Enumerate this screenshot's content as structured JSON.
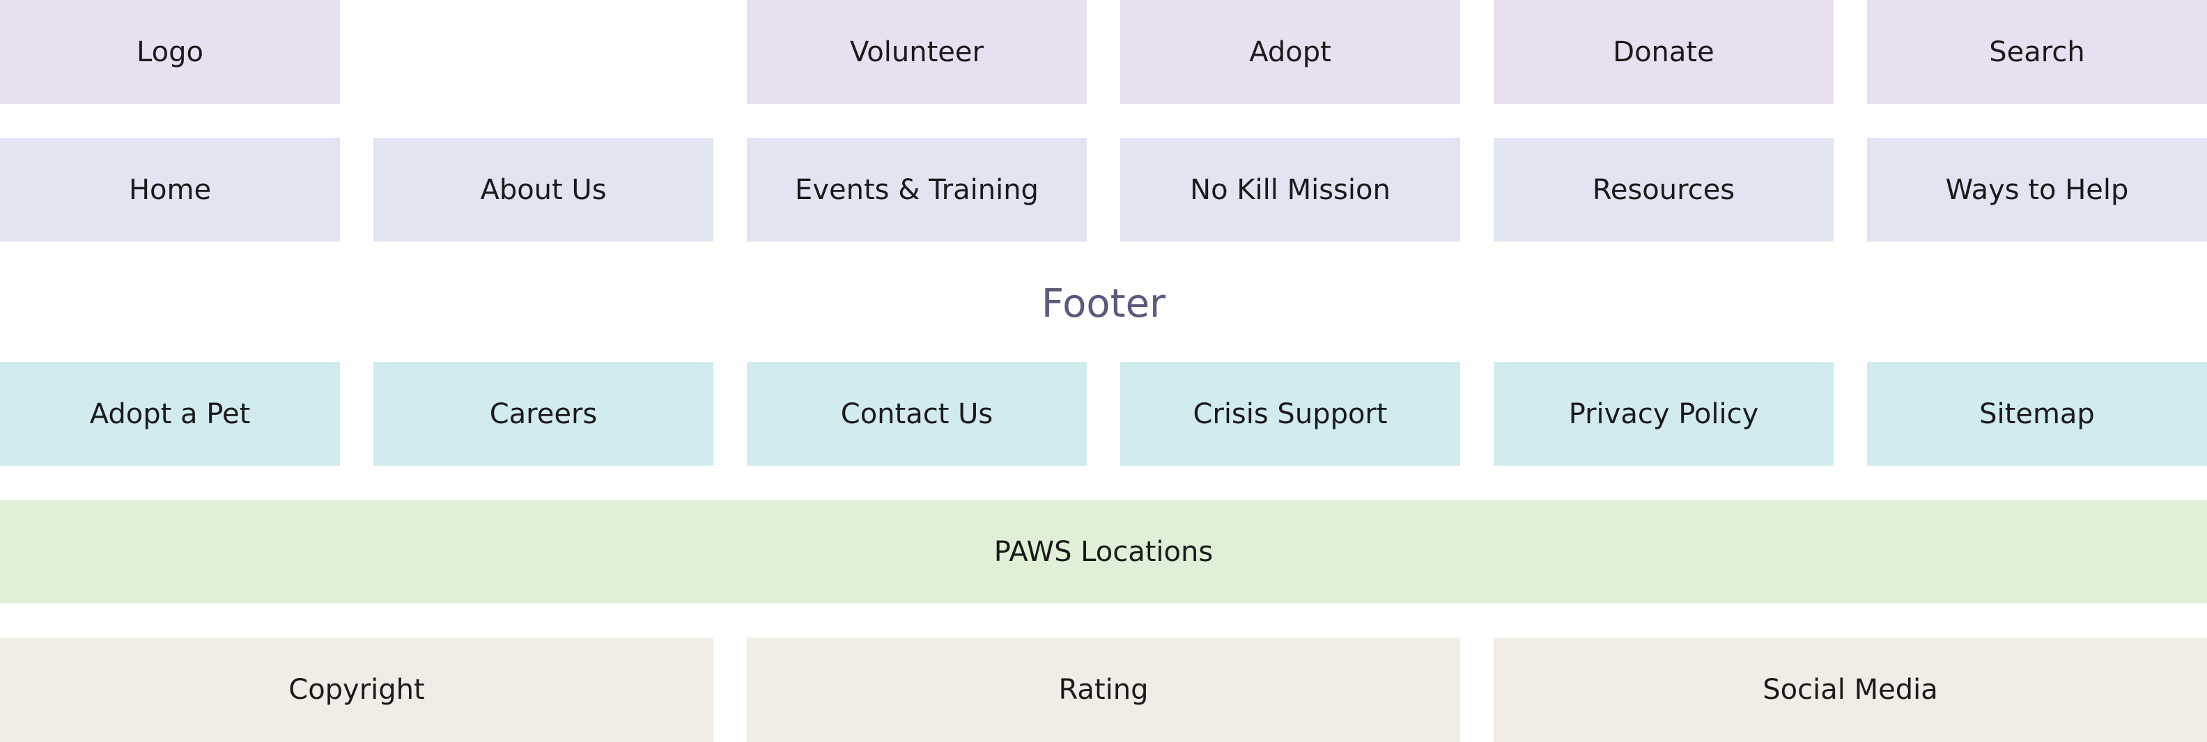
{
  "header": {
    "logo": "Logo",
    "volunteer": "Volunteer",
    "adopt": "Adopt",
    "donate": "Donate",
    "search": "Search"
  },
  "nav": {
    "items": [
      "Home",
      "About Us",
      "Events & Training",
      "No Kill Mission",
      "Resources",
      "Ways to Help"
    ]
  },
  "footer": {
    "title": "Footer",
    "links": [
      "Adopt a Pet",
      "Careers",
      "Contact Us",
      "Crisis Support",
      "Privacy Policy",
      "Sitemap"
    ],
    "locations": "PAWS Locations",
    "bottom": [
      "Copyright",
      "Rating",
      "Social Media"
    ]
  },
  "colors": {
    "header_bg": "#e8e0f1",
    "nav_bg": "#e1e5f2",
    "footer_links_bg": "#d1ebef",
    "locations_bg": "#e0f0d6",
    "bottom_bg": "#f1ede6",
    "footer_title": "#5a5a7e"
  }
}
